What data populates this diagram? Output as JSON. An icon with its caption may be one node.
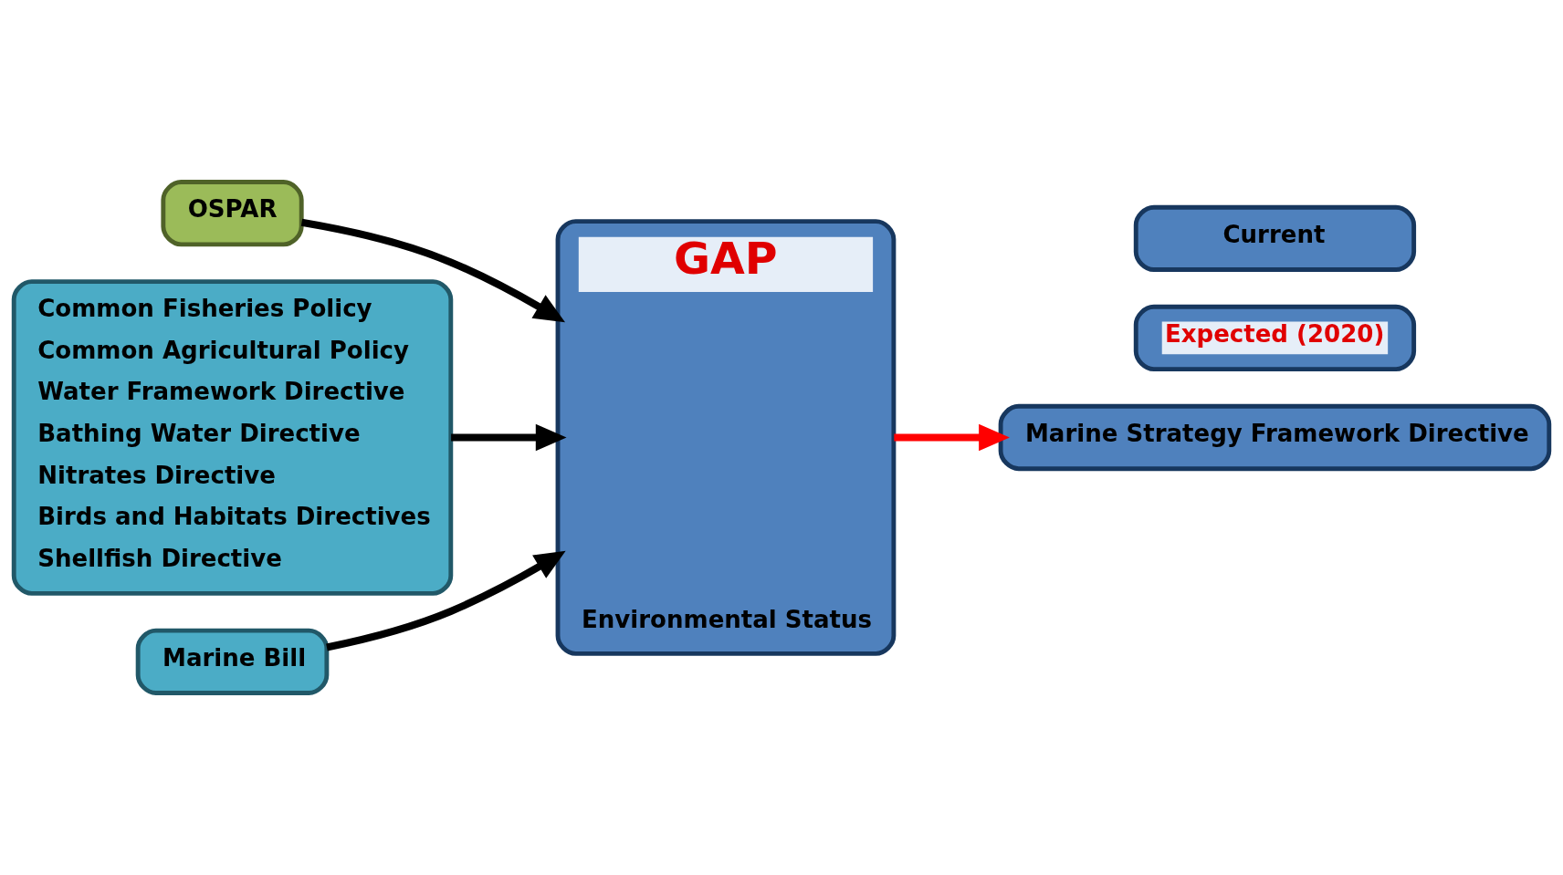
{
  "diagram": {
    "nodes": [
      {
        "text": [
          "OSPAR"
        ]
      },
      {
        "text": [
          "Common Fisheries Policy",
          "Common Agricultural Policy",
          "Water Framework Directive",
          "Bathing Water Directive",
          "Nitrates Directive",
          "Birds and Habitats Directives",
          "Shellfish Directive"
        ]
      },
      {
        "text": [
          "Marine Bill"
        ]
      },
      {
        "text": [
          "GAP",
          "Environmental Status"
        ]
      },
      {
        "text": [
          "Marine Strategy Framework Directive"
        ]
      },
      {
        "text": [
          "Expected (2020)"
        ]
      },
      {
        "text": [
          "Current"
        ]
      }
    ],
    "edges": [
      {
        "from": 0,
        "to": 3,
        "arrow": "to"
      },
      {
        "from": 1,
        "to": 3,
        "arrow": "to"
      },
      {
        "from": 2,
        "to": 3,
        "arrow": "to"
      },
      {
        "from": 3,
        "to": 4,
        "arrow": "to",
        "color": "#ff0000"
      }
    ]
  }
}
